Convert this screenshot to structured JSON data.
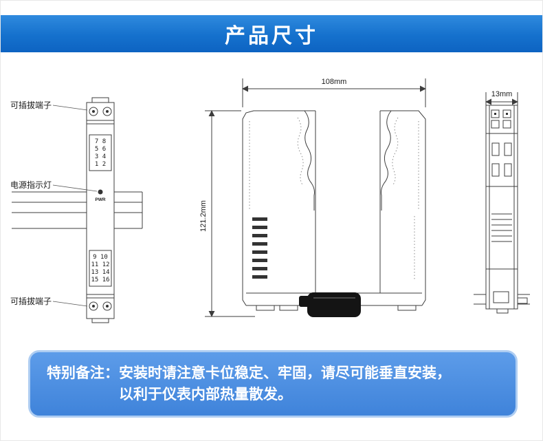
{
  "header": {
    "title": "产品尺寸"
  },
  "diagram": {
    "front_view": {
      "label_top_terminal": "可插拔端子",
      "label_power_led": "电源指示灯",
      "label_bottom_terminal": "可插拔端子",
      "pwr": "PWR",
      "top_terminals": [
        "7 8",
        "5 6",
        "3 4",
        "1 2"
      ],
      "bottom_terminals": [
        "9 10",
        "11 12",
        "13 14",
        "15 16"
      ]
    },
    "side_view": {
      "width": "108mm",
      "height": "121.2mm"
    },
    "end_view": {
      "width": "13mm"
    }
  },
  "note": {
    "label": "特别备注：",
    "line1": "安装时请注意卡位稳定、牢固，请尽可能垂直安装，",
    "line2": "以利于仪表内部热量散发。"
  },
  "colors": {
    "header_blue": "#1571cd",
    "note_blue": "#4a8ee0",
    "note_border": "#aecdf2",
    "line": "#3c3c3c"
  }
}
